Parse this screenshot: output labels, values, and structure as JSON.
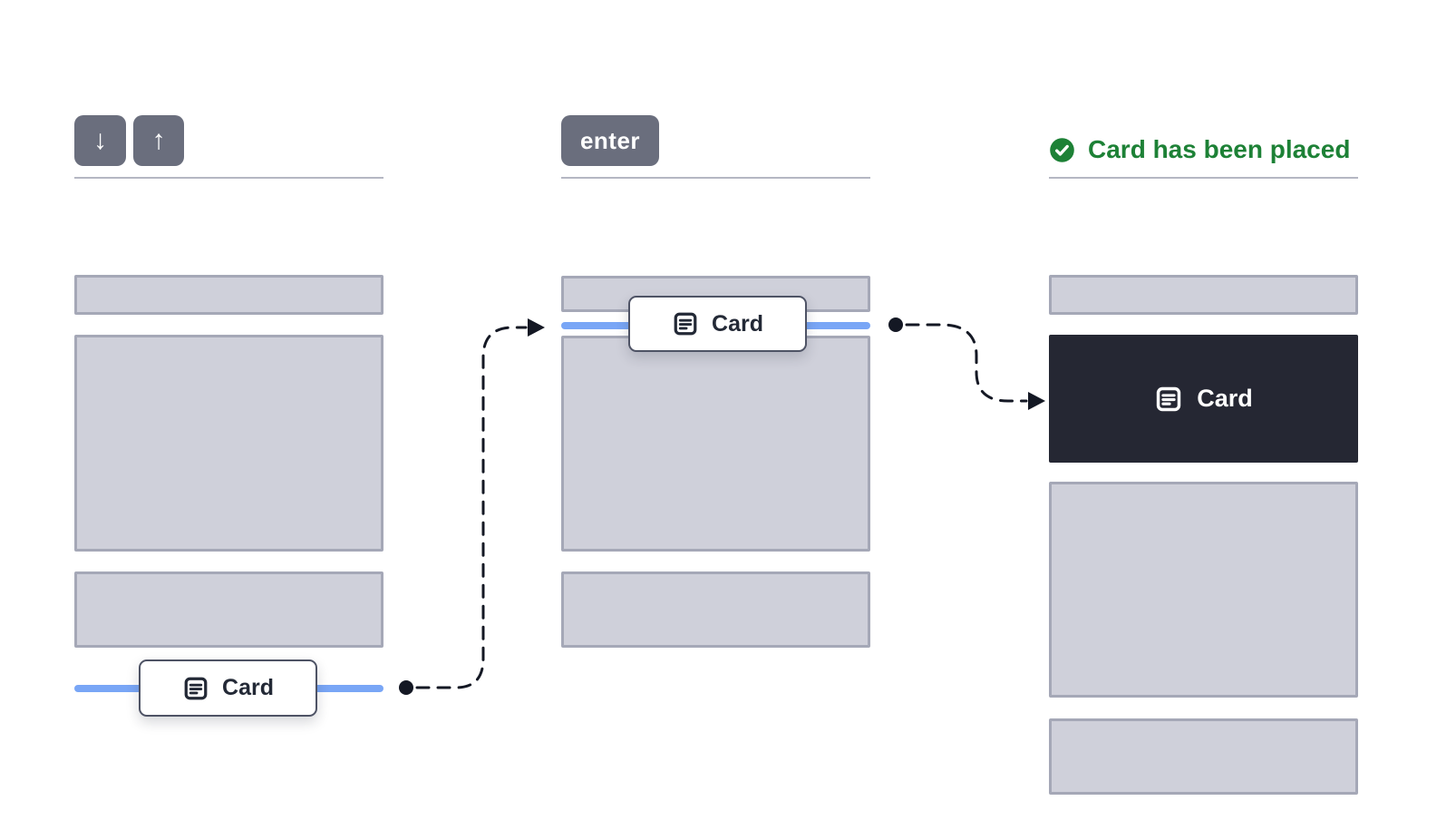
{
  "illustration": {
    "step1": {
      "keys": {
        "down": "↓",
        "up": "↑"
      },
      "card": {
        "label": "Card"
      }
    },
    "step2": {
      "keys": {
        "enter": "enter"
      },
      "card": {
        "label": "Card"
      }
    },
    "step3": {
      "status": {
        "label": "Card has been placed"
      },
      "card": {
        "label": "Card"
      }
    }
  },
  "icons": {
    "card": "article-lines-icon",
    "status_success": "check-circle-icon",
    "key_down": "arrow-down",
    "key_up": "arrow-up"
  },
  "colors": {
    "key_bg": "#6a6e7d",
    "key_text": "#ffffff",
    "box_fill": "#cfd0da",
    "box_border": "#a5a8b7",
    "divider": "#b5b7c3",
    "accent_blue": "#79a6f6",
    "dark_card_bg": "#252733",
    "dark_card_text": "#ffffff",
    "success_green": "#1d8136",
    "ink": "#141824",
    "card_border": "#4e5365",
    "card_text": "#232936",
    "canvas_bg": "#ffffff"
  }
}
